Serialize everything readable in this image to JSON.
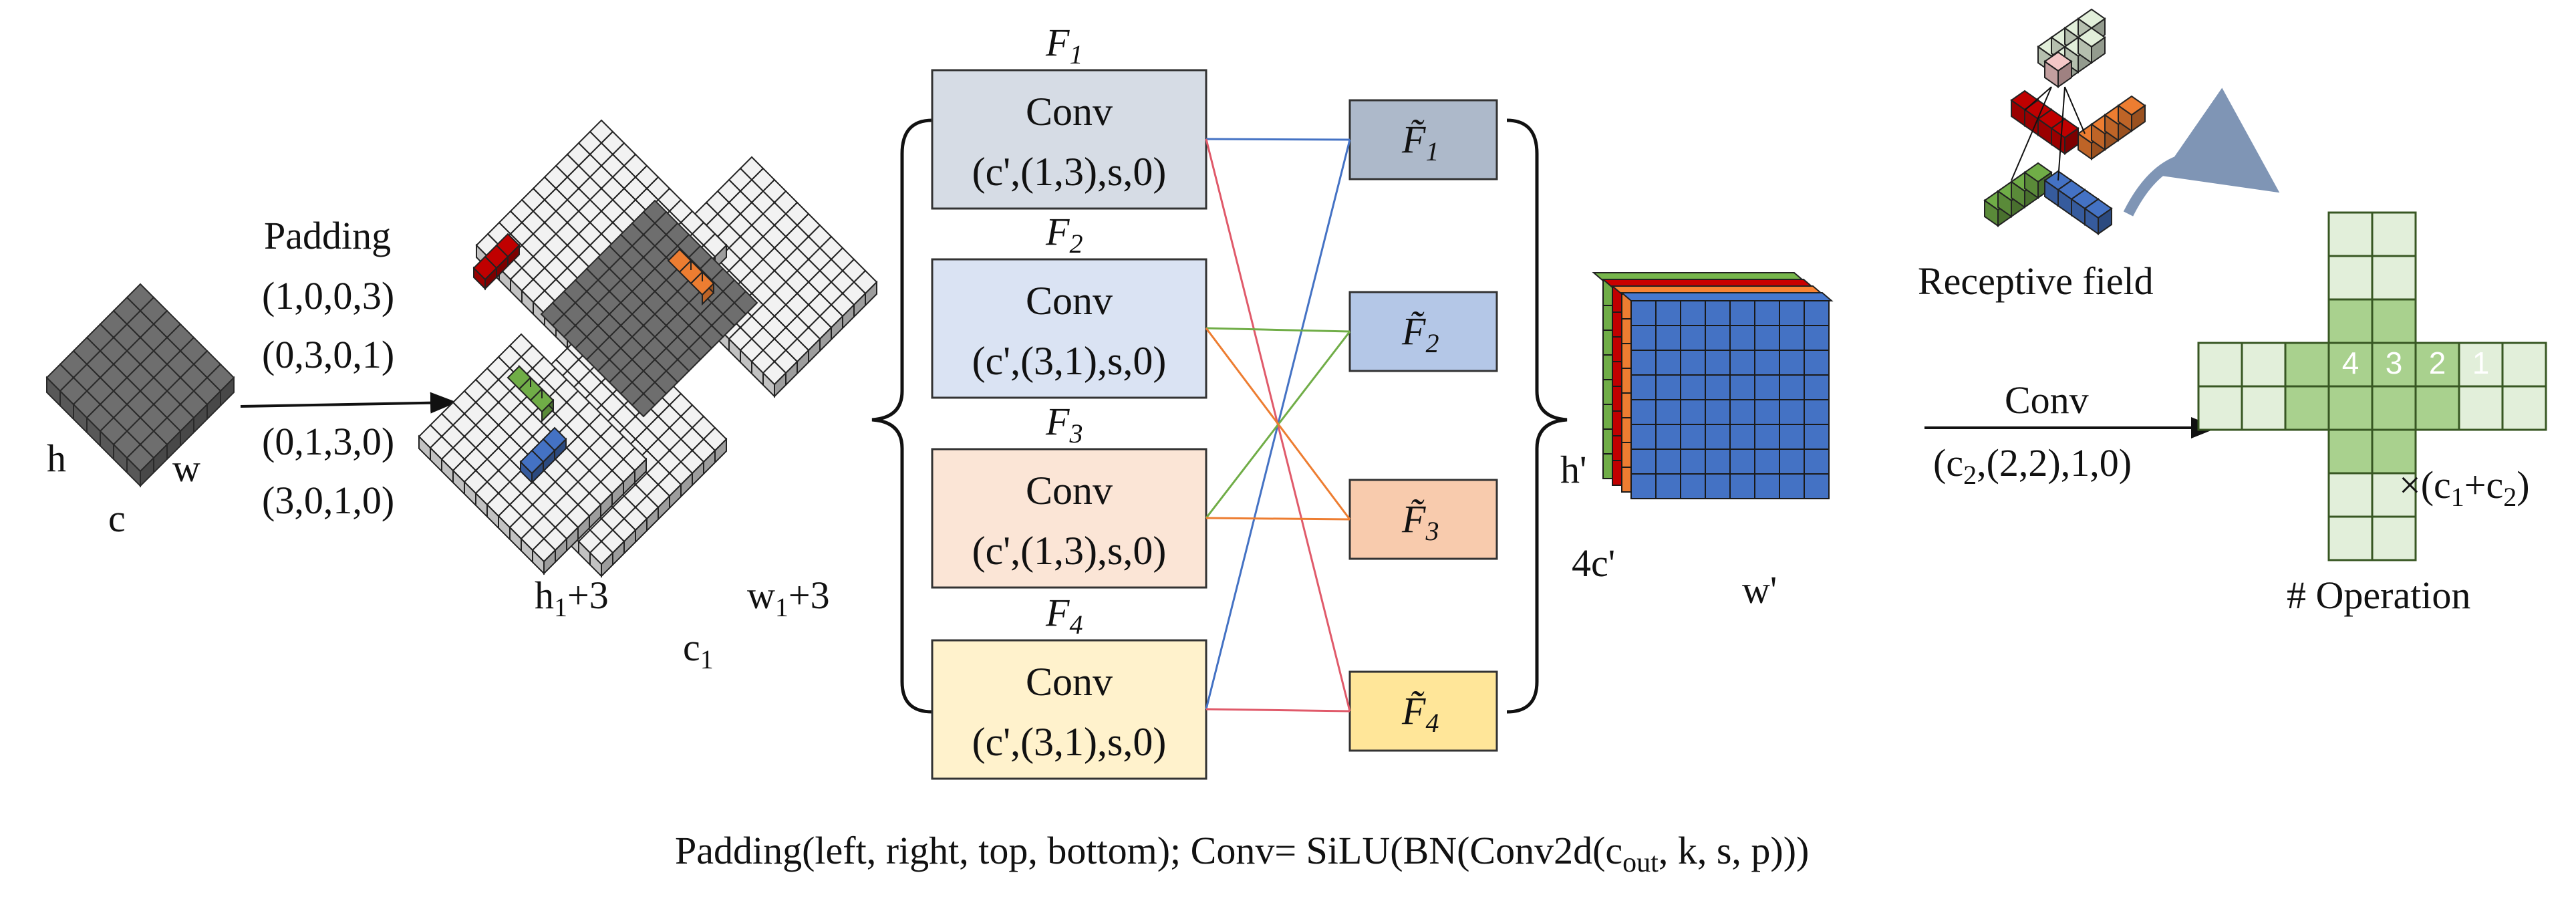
{
  "input_tensor": {
    "labels": {
      "h": "h",
      "w": "w",
      "c": "c"
    }
  },
  "padding": {
    "title": "Padding",
    "tuples": [
      "(1,0,0,3)",
      "(0,3,0,1)",
      "(0,1,3,0)",
      "(3,0,1,0)"
    ]
  },
  "padded_tensor": {
    "labels": {
      "h_main": "h",
      "h_sub": "1",
      "h_suffix": "+3",
      "w_main": "w",
      "w_sub": "1",
      "w_suffix": "+3",
      "c_main": "c",
      "c_sub": "1"
    }
  },
  "branches": [
    {
      "f_label": "F",
      "f_sub": "1",
      "title": "Conv",
      "params": "(c',(1,3),s,0)",
      "fill": "#d6dce5",
      "stroke": "#333333",
      "out_label": "F̃",
      "out_sub": "1",
      "out_fill": "#adb9ca"
    },
    {
      "f_label": "F",
      "f_sub": "2",
      "title": "Conv",
      "params": "(c',(3,1),s,0)",
      "fill": "#dae3f3",
      "stroke": "#333333",
      "out_label": "F̃",
      "out_sub": "2",
      "out_fill": "#b4c7e7"
    },
    {
      "f_label": "F",
      "f_sub": "3",
      "title": "Conv",
      "params": "(c',(1,3),s,0)",
      "fill": "#fbe5d6",
      "stroke": "#333333",
      "out_label": "F̃",
      "out_sub": "3",
      "out_fill": "#f8cbad"
    },
    {
      "f_label": "F",
      "f_sub": "4",
      "title": "Conv",
      "params": "(c',(3,1),s,0)",
      "fill": "#fff2cc",
      "stroke": "#333333",
      "out_label": "F̃",
      "out_sub": "4",
      "out_fill": "#ffe699"
    }
  ],
  "connection_colors": [
    "#4472c4",
    "#e05a6a",
    "#70ad47",
    "#ed7d31"
  ],
  "output_tensor": {
    "labels": {
      "h": "h'",
      "c": "4c'",
      "w": "w'"
    },
    "colors": {
      "front": "#4472c4",
      "layer2": "#ed7d31",
      "layer3": "#c00000",
      "layer4": "#70ad47"
    }
  },
  "final_conv": {
    "title": "Conv",
    "params_prefix": "(c",
    "params_sub": "2",
    "params_suffix": ",(2,2),1,0)"
  },
  "receptive_field": {
    "label": "Receptive field"
  },
  "operation": {
    "numbers": [
      "4",
      "3",
      "2",
      "1"
    ],
    "multiplier_prefix": "×(c",
    "multiplier_sub1": "1",
    "multiplier_mid": "+c",
    "multiplier_sub2": "2",
    "multiplier_suffix": ")",
    "label": "# Operation"
  },
  "caption": {
    "prefix": "Padding(left, right, top, bottom); Conv= SiLU(BN(Conv2d(c",
    "sub": "out",
    "suffix": ", k, s, p)))"
  }
}
